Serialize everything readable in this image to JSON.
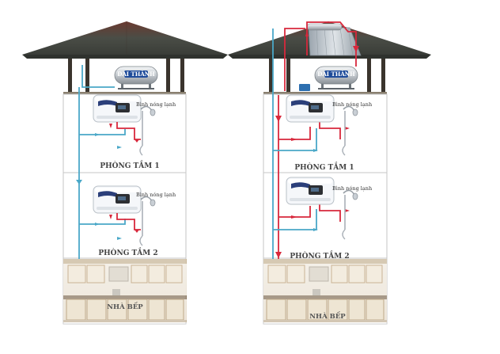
{
  "brand": "ĐẠI THÀNH",
  "heater_label": "Bình nóng lạnh",
  "rooms": {
    "bath1": "PHÒNG TẮM 1",
    "bath2": "PHÒNG TẮM 2",
    "kitchen": "NHÀ BẾP"
  },
  "colors": {
    "cold_pipe": "#4aa8c8",
    "hot_pipe": "#d8283c",
    "roof": "#5a5a52",
    "tank": "#c8ccd0"
  }
}
